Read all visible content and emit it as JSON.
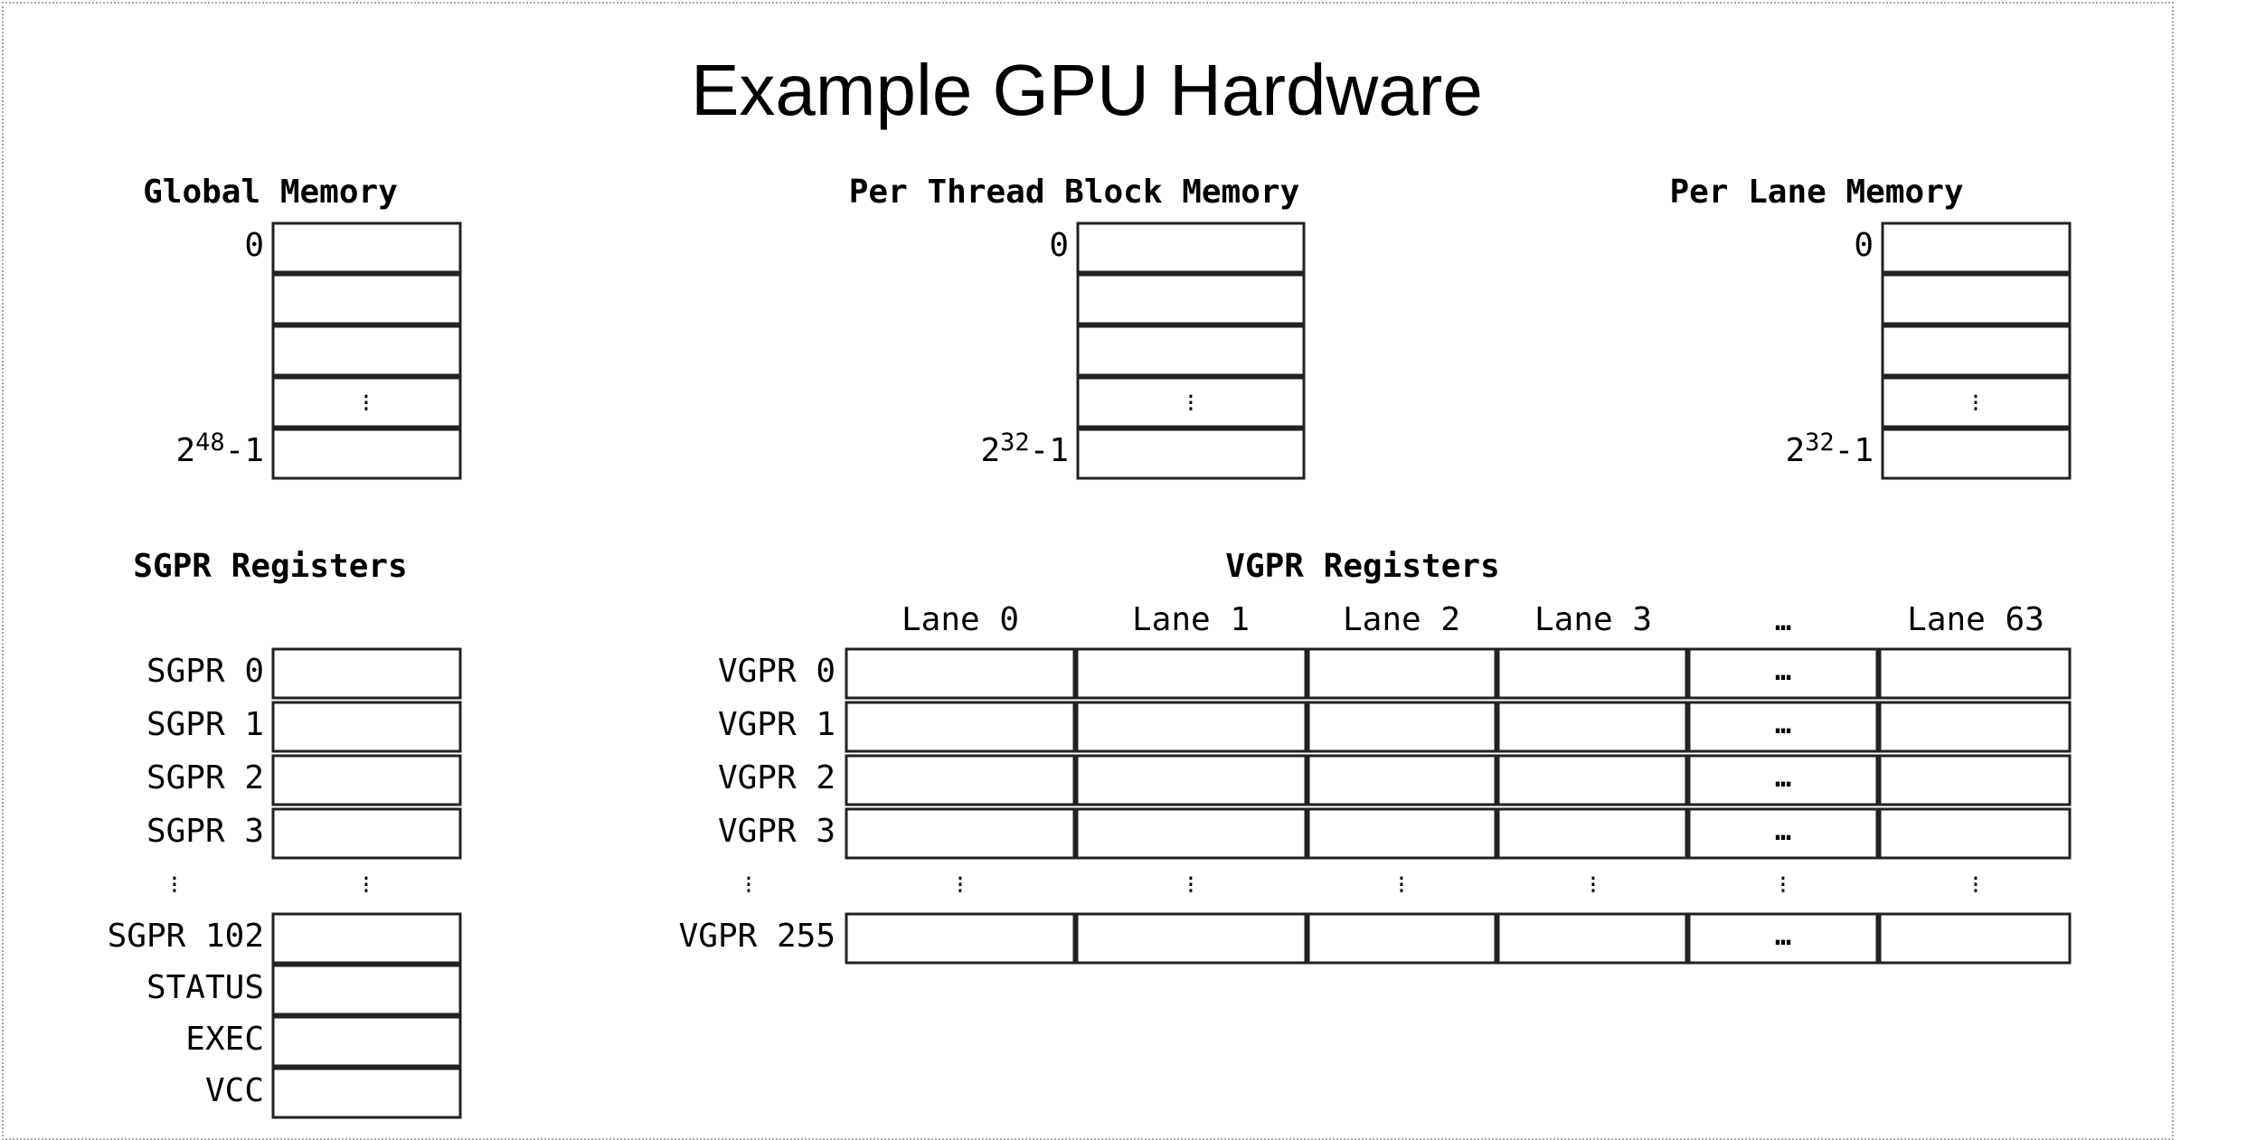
{
  "title": "Example GPU Hardware",
  "global_memory": {
    "heading": "Global Memory",
    "first_address": "0",
    "last_address_base": "2",
    "last_address_exp": "48",
    "last_address_tail": "-1",
    "ellipsis": "⁝"
  },
  "block_memory": {
    "heading": "Per Thread Block Memory",
    "first_address": "0",
    "last_address_base": "2",
    "last_address_exp": "32",
    "last_address_tail": "-1",
    "ellipsis": "⁝"
  },
  "lane_memory": {
    "heading": "Per Lane Memory",
    "first_address": "0",
    "last_address_base": "2",
    "last_address_exp": "32",
    "last_address_tail": "-1",
    "ellipsis": "⁝"
  },
  "sgpr": {
    "heading": "SGPR Registers",
    "rows": [
      "SGPR 0",
      "SGPR 1",
      "SGPR 2",
      "SGPR 3"
    ],
    "row_ellipsis": "⁝",
    "cell_ellipsis": "⁝",
    "tail_rows": [
      "SGPR 102",
      "STATUS",
      "EXEC",
      "VCC"
    ]
  },
  "vgpr": {
    "heading": "VGPR Registers",
    "lanes": [
      "Lane 0",
      "Lane 1",
      "Lane 2",
      "Lane 3",
      "…",
      "Lane 63"
    ],
    "rows": [
      "VGPR 0",
      "VGPR 1",
      "VGPR 2",
      "VGPR 3"
    ],
    "row_ellipsis": "⁝",
    "last_row": "VGPR 255",
    "cell_ellipsis": "⁝",
    "lane_ellipsis": "…"
  }
}
